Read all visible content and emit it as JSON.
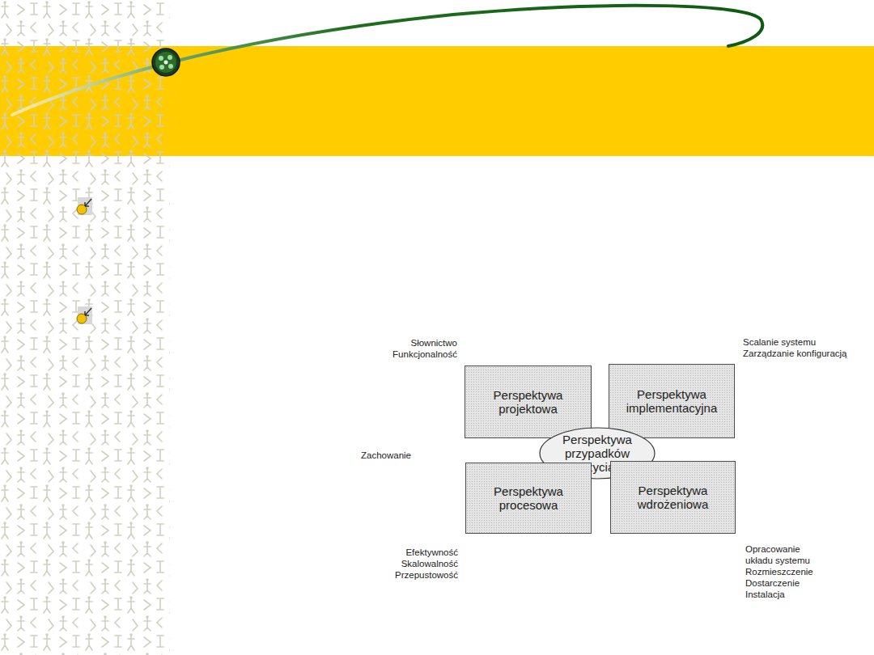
{
  "diagram": {
    "nodes": [
      {
        "text": [
          "Perspektywa projektowa"
        ]
      },
      {
        "text": [
          "Perspektywa implementacyjna"
        ]
      },
      {
        "text": [
          "Perspektywa przypadków użycia"
        ]
      },
      {
        "text": [
          "Perspektywa procesowa"
        ]
      },
      {
        "text": [
          "Perspektywa wdrożeniowa"
        ]
      }
    ],
    "labels": [
      "Słownictwo",
      "Funkcjonalność",
      "Scalanie systemu",
      "Zarządzanie konfiguracją",
      "Zachowanie",
      "Efektywność",
      "Skalowalność",
      "Przepustowość",
      "Opracowanie układu systemu",
      "Rozmieszczenie",
      "Dostarczenie",
      "Instalacja"
    ]
  }
}
